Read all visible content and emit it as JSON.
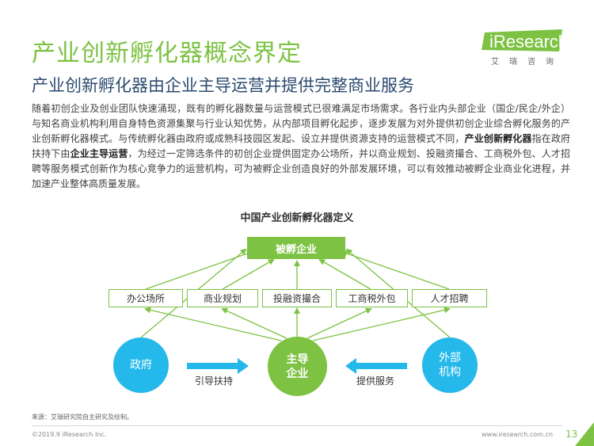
{
  "header": {
    "title": "产业创新孵化器概念界定",
    "subtitle": "产业创新孵化器由企业主导运营并提供完整商业服务"
  },
  "logo": {
    "brand_i": "i",
    "brand_rest": "Research",
    "cn": "艾瑞咨询",
    "color": "#7dc243"
  },
  "intro": {
    "p1": "随着初创企业及创业团队快速涌现，既有的孵化器数量与运营模式已很难满足市场需求。各行业内头部企业（国企/民企/外企）与知名商业机构利用自身特色资源集聚与行业认知优势，从内部项目孵化起步，逐步发展为对外提供初创企业综合孵化服务的产业创新孵化器模式。与传统孵化器由政府或成熟科技园区发起、设立并提供资源支持的运营模式不同，",
    "b1": "产业创新孵化器",
    "p2": "指在政府扶持下由",
    "b2": "企业主导运营",
    "p3": "，为经过一定筛选条件的初创企业提供固定办公场所，并以商业规划、投融资撮合、工商税外包、人才招聘等服务模式创新作为核心竞争力的运营机构，可为被孵企业创造良好的外部发展环境，可以有效推动被孵企业商业化进程，并加速产业整体高质量发展。"
  },
  "diagram": {
    "title": "中国产业创新孵化器定义",
    "incubated": "被孵企业",
    "services": [
      "办公场所",
      "商业规划",
      "投融资撮合",
      "工商税外包",
      "人才招聘"
    ],
    "government": "政府",
    "main_line1": "主导",
    "main_line2": "企业",
    "external_line1": "外部",
    "external_line2": "机构",
    "left_arrow_label": "引导扶持",
    "right_arrow_label": "提供服务",
    "colors": {
      "green": "#7dc243",
      "blue": "#24b9ea"
    }
  },
  "footer": {
    "source": "来源：艾瑞研究院自主研究及绘制。",
    "copyright": "©2019.9 iResearch Inc.",
    "website": "www.iresearch.com.cn",
    "page": "13"
  }
}
